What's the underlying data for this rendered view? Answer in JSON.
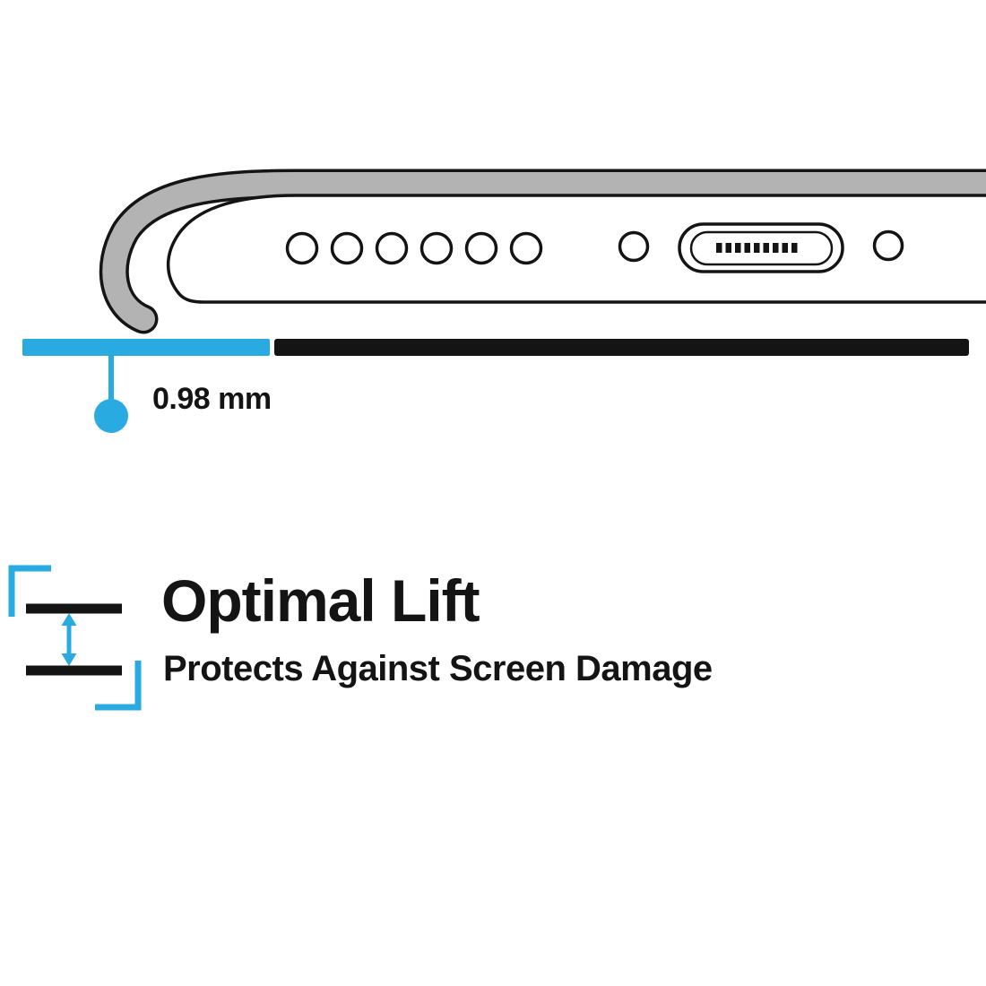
{
  "colors": {
    "accent_cyan": "#29ABE2",
    "ink_black": "#141414",
    "case_gray": "#b3b3b3",
    "background": "#ffffff"
  },
  "measurement": {
    "value": "0.98 mm"
  },
  "feature": {
    "title": "Optimal Lift",
    "subtitle": "Protects Against Screen Damage"
  },
  "illustration": {
    "subject": "phone-case-bottom-edge-cross-section",
    "speaker_hole_count": 6,
    "port_pin_count": 9,
    "side_hole_count": 2
  },
  "icons": {
    "lift_gap_icon": "double-arrow-between-two-lines-with-corner-brackets",
    "measurement_dot": "cyan-callout-dot"
  }
}
